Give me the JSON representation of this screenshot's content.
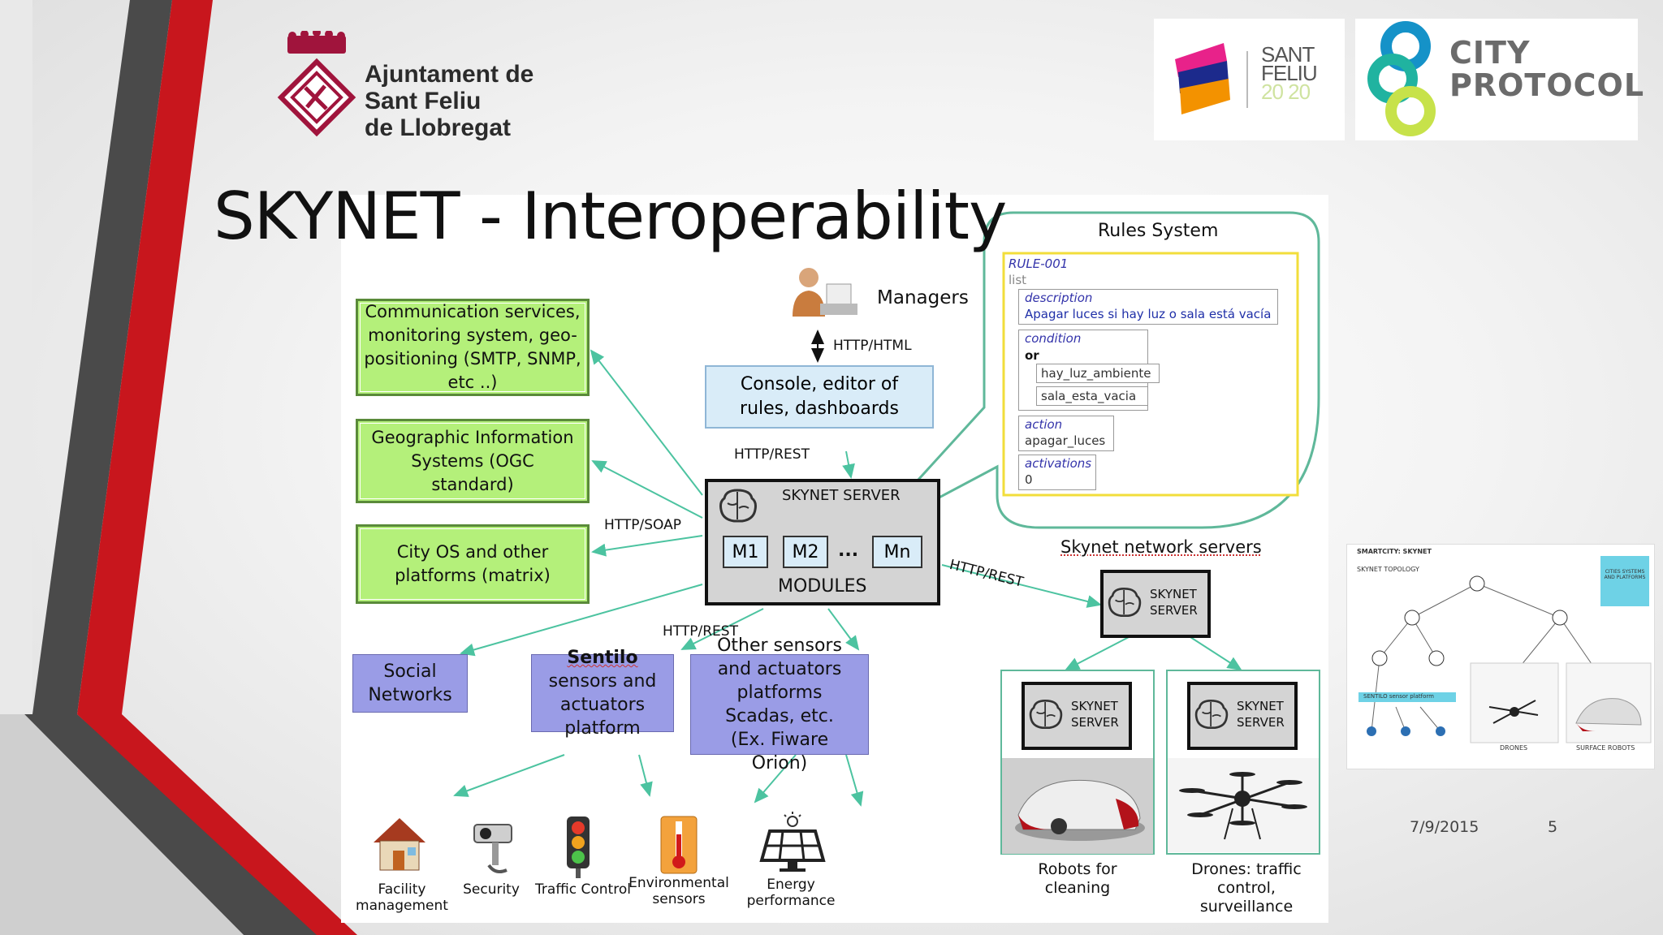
{
  "slide": {
    "title": "SKYNET - Interoperability",
    "date": "7/9/2015",
    "page_number": "5"
  },
  "logos": {
    "city_council": [
      "Ajuntament de",
      "Sant Feliu",
      "de Llobregat"
    ],
    "sant_feliu": [
      "SANT",
      "FELIU",
      "20 20"
    ],
    "city_protocol": [
      "CITY",
      "PROTOCOL"
    ]
  },
  "diagram": {
    "left_boxes": [
      "Communication services, monitoring system, geo-positioning (SMTP, SNMP, etc ..)",
      "Geographic Information Systems (OGC standard)",
      "City OS and other platforms (matrix)"
    ],
    "managers": "Managers",
    "http_html": "HTTP/HTML",
    "console": "Console, editor of rules, dashboards",
    "http_rest_top": "HTTP/REST",
    "http_soap": "HTTP/SOAP",
    "http_rest_bottom": "HTTP/REST",
    "http_rest_right": "HTTP/REST",
    "server_title": "SKYNET SERVER",
    "modules": [
      "M1",
      "M2",
      "...",
      "Mn"
    ],
    "modules_label": "MODULES",
    "platforms": {
      "social": "Social Networks",
      "sentilo_title": "Sentilo",
      "sentilo_rest": "sensors and actuators platform",
      "other": "Other sensors and actuators platforms Scadas, etc. (Ex. Fiware Orion)"
    },
    "rules": {
      "title": "Rules System",
      "rule_id": "RULE-001",
      "list": "list",
      "description_label": "description",
      "description_value": "Apagar luces si hay luz o sala está vacía",
      "condition_label": "condition",
      "or": "or",
      "cond1": "hay_luz_ambiente",
      "cond2": "sala_esta_vacia",
      "action_label": "action",
      "action_value": "apagar_luces",
      "activations_label": "activations",
      "activations_value": "0"
    },
    "network_servers": "Skynet network servers",
    "skynet_server_lines": [
      "SKYNET",
      "SERVER"
    ],
    "devices": [
      "Facility management",
      "Security",
      "Traffic Control",
      "Environmental sensors",
      "Energy performance"
    ],
    "robots": "Robots for cleaning",
    "drones": "Drones: traffic control, surveillance"
  },
  "thumbnail": {
    "header": "SMARTCITY: SKYNET",
    "subheader": "SKYNET TOPOLOGY",
    "sentilo": "SENTILO sensor platform",
    "city_box": "CITIES SYSTEMS AND PLATFORMS",
    "drones": "DRONES",
    "robots": "SURFACE ROBOTS"
  },
  "colors": {
    "stripe_red": "#c8161d",
    "stripe_dark": "#3a3a3a",
    "green_box": "#b4f07a",
    "purple_box": "#9a9ce6",
    "blue_box": "#d9ecf8",
    "rules_border": "#5fb89a",
    "arrow": "#4cc3a0"
  }
}
